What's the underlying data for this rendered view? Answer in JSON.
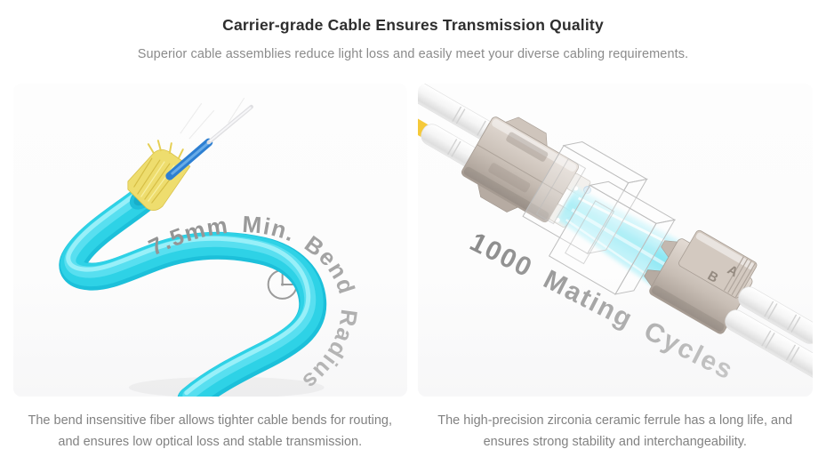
{
  "header": {
    "title": "Carrier-grade Cable Ensures Transmission Quality",
    "subtitle": "Superior cable assemblies reduce light loss and easily meet your diverse cabling requirements."
  },
  "features": [
    {
      "id": "bend-radius",
      "overlay_text": "7.5mm Min. Bend Radius",
      "caption": [
        "The bend insensitive fiber allows tighter cable bends for routing,",
        "and ensures low optical loss and stable transmission."
      ]
    },
    {
      "id": "mating-cycles",
      "overlay_text": "1000 Mating Cycles",
      "label_b": "B",
      "label_a": "A",
      "caption": [
        "The high-precision zirconia ceramic ferrule has a long life, and",
        "ensures strong stability and interchangeability."
      ]
    }
  ],
  "colors": {
    "cable_cyan": "#2ed2e6",
    "cable_highlight": "#8ff0fa",
    "aramid_yellow": "#eedd6e",
    "buffer_blue": "#2d7fd2",
    "bare_fiber": "#ececee",
    "beam_cyan": "#7ce5f3",
    "connector_beige": "#c8beb5",
    "overlay_text_gray": "#979797",
    "title_color": "#2e2e2e",
    "subtitle_gray": "#8b8b8b"
  }
}
